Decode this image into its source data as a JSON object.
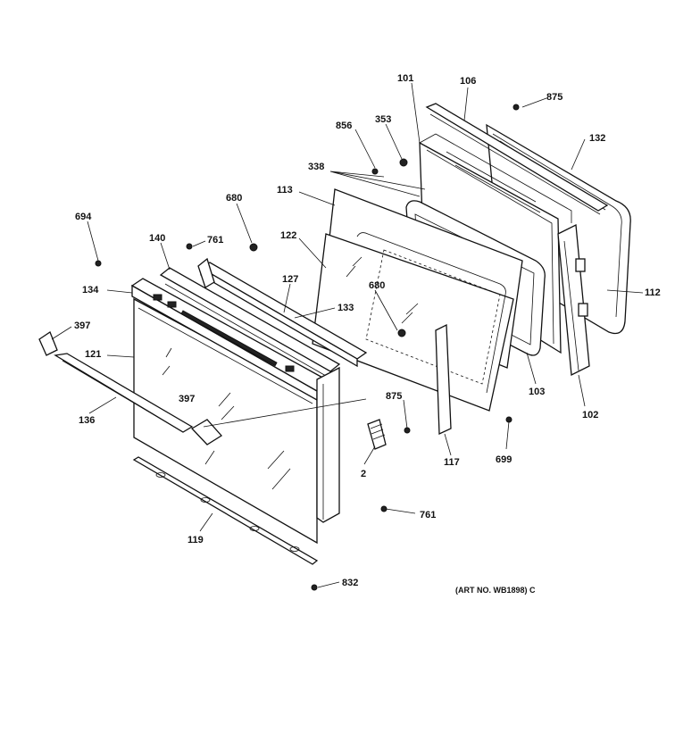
{
  "diagram": {
    "labels": {
      "l101": "101",
      "l106": "106",
      "l875a": "875",
      "l856": "856",
      "l353": "353",
      "l132": "132",
      "l338": "338",
      "l680a": "680",
      "l113": "113",
      "l694": "694",
      "l140": "140",
      "l761a": "761",
      "l122": "122",
      "l134": "134",
      "l127": "127",
      "l133": "133",
      "l680b": "680",
      "l112": "112",
      "l397a": "397",
      "l121": "121",
      "l136": "136",
      "l397b": "397",
      "l875b": "875",
      "l103": "103",
      "l102": "102",
      "l117": "117",
      "l699": "699",
      "l2": "2",
      "l761b": "761",
      "l119": "119",
      "l832": "832"
    },
    "art_number": "(ART NO. WB1898) C"
  }
}
